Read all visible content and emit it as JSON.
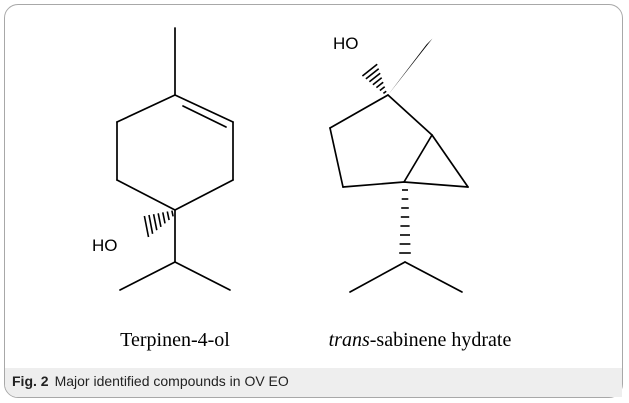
{
  "compounds": [
    {
      "name": "Terpinen-4-ol",
      "hydroxyl_label": "HO"
    },
    {
      "name_italic_prefix": "trans",
      "name_rest": "-sabinene hydrate",
      "hydroxyl_label": "HO"
    }
  ],
  "caption": {
    "label": "Fig. 2",
    "text": "Major identified compounds in OV EO"
  }
}
